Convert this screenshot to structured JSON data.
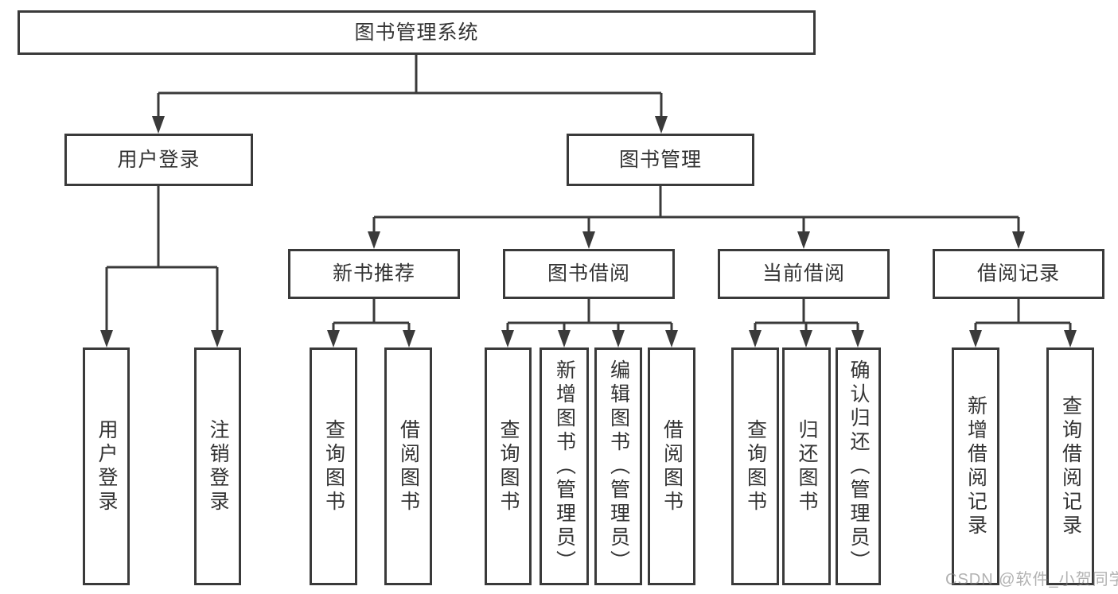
{
  "diagram": {
    "root": {
      "label": "图书管理系统"
    },
    "user_login": {
      "label": "用户登录",
      "children": [
        "用户登录",
        "注销登录"
      ]
    },
    "book_management": {
      "label": "图书管理"
    },
    "new_book_recommend": {
      "label": "新书推荐",
      "children": [
        "查询图书",
        "借阅图书"
      ]
    },
    "book_borrowing": {
      "label": "图书借阅",
      "children": [
        "查询图书",
        "新增图书（管理员）",
        "编辑图书（管理员）",
        "借阅图书"
      ]
    },
    "current_borrowing": {
      "label": "当前借阅",
      "children": [
        "查询图书",
        "归还图书",
        "确认归还（管理员）"
      ]
    },
    "borrowing_records": {
      "label": "借阅记录",
      "children": [
        "新增借阅记录",
        "查询借阅记录"
      ]
    },
    "colors": {
      "line": "#3a3a3a",
      "text": "#333333",
      "background": "#ffffff",
      "watermark": "#828282"
    }
  },
  "watermark": {
    "text": "CSDN @软件_小贺同学"
  }
}
